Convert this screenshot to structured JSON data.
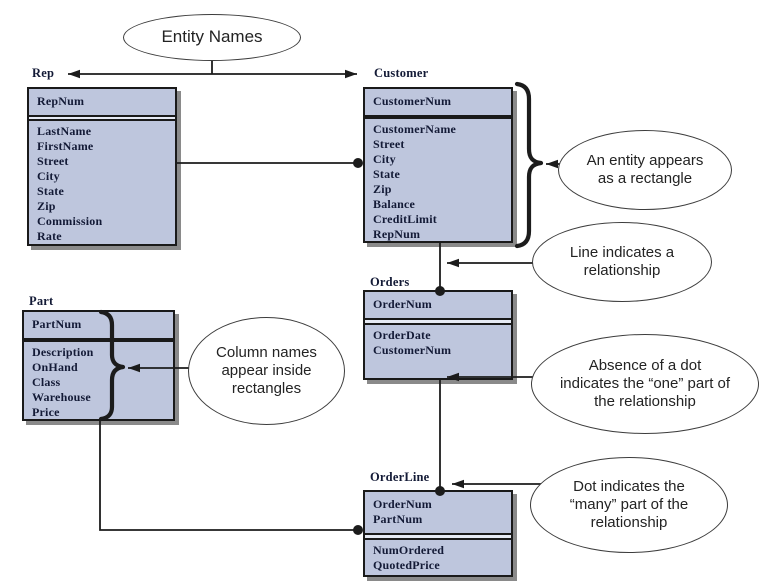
{
  "diagram": {
    "entities": [
      {
        "id": "rep",
        "name": "Rep",
        "header": [
          "RepNum"
        ],
        "columns": [
          "LastName",
          "FirstName",
          "Street",
          "City",
          "State",
          "Zip",
          "Commission",
          "Rate"
        ]
      },
      {
        "id": "customer",
        "name": "Customer",
        "header": [
          "CustomerNum"
        ],
        "columns": [
          "CustomerName",
          "Street",
          "City",
          "State",
          "Zip",
          "Balance",
          "CreditLimit",
          "RepNum"
        ]
      },
      {
        "id": "part",
        "name": "Part",
        "header": [
          "PartNum"
        ],
        "columns": [
          "Description",
          "OnHand",
          "Class",
          "Warehouse",
          "Price"
        ]
      },
      {
        "id": "orders",
        "name": "Orders",
        "header": [
          "OrderNum"
        ],
        "columns": [
          "OrderDate",
          "CustomerNum"
        ]
      },
      {
        "id": "orderline",
        "name": "OrderLine",
        "header": [
          "OrderNum",
          "PartNum"
        ],
        "columns": [
          "NumOrdered",
          "QuotedPrice"
        ]
      }
    ],
    "callouts": [
      {
        "id": "entity-names",
        "text": "Entity Names"
      },
      {
        "id": "entity-rectangle",
        "text": "An entity appears as a rectangle"
      },
      {
        "id": "line-relationship",
        "text": "Line indicates a relationship"
      },
      {
        "id": "absence-dot",
        "text": "Absence of a dot indicates the “one” part of the relationship"
      },
      {
        "id": "column-names",
        "text": "Column names appear inside rectangles"
      },
      {
        "id": "dot-many",
        "text": "Dot indicates the “many” part of the relationship"
      }
    ],
    "colors": {
      "entity_fill": "#bec6dd",
      "entity_border": "#1a1a1a",
      "gap_fill": "#e6eaf4",
      "shadow": "#8a8a8a",
      "line": "#1c1c1c",
      "callout_bg": "#ffffff",
      "callout_border": "#3c3c3c",
      "text": "#131a36"
    }
  }
}
